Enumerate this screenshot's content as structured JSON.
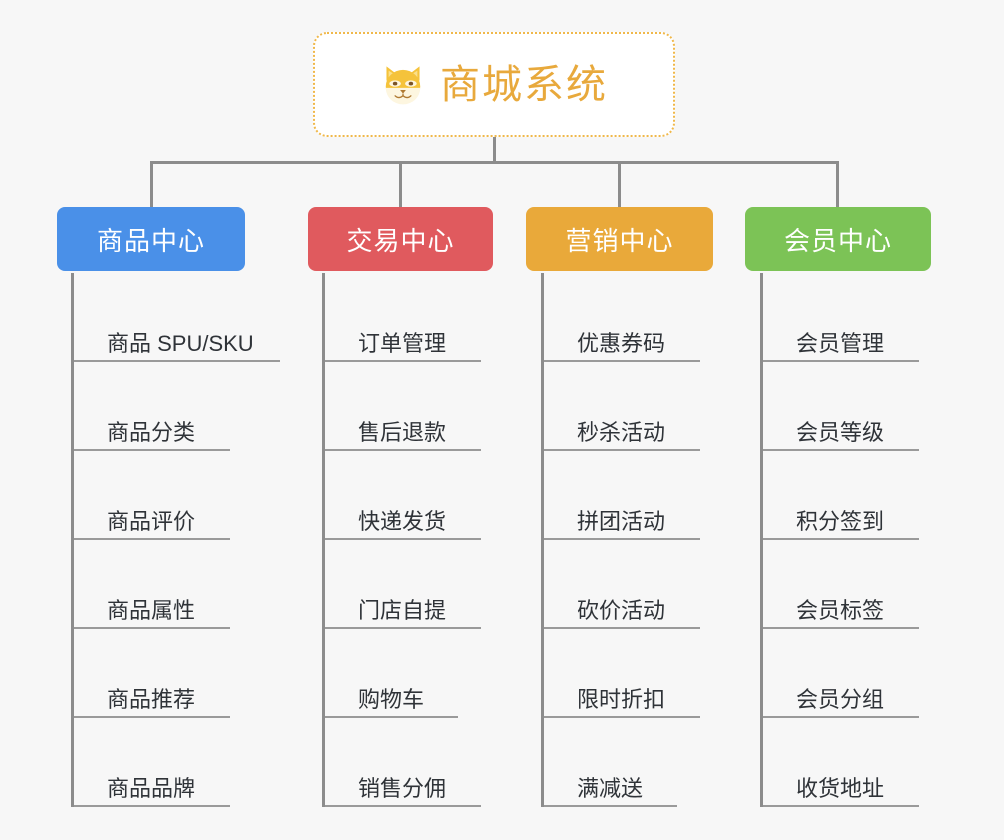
{
  "root": {
    "title": "商城系统",
    "icon": "shiba-dog-icon",
    "title_color": "#e8a93c",
    "border_color": "#f0b84a"
  },
  "groups": [
    {
      "label": "商品中心",
      "color": "#4a90e8",
      "items": [
        {
          "label": "商品 SPU/SKU",
          "rule_width": 206
        },
        {
          "label": "商品分类",
          "rule_width": 156
        },
        {
          "label": "商品评价",
          "rule_width": 156
        },
        {
          "label": "商品属性",
          "rule_width": 156
        },
        {
          "label": "商品推荐",
          "rule_width": 156
        },
        {
          "label": "商品品牌",
          "rule_width": 156
        }
      ]
    },
    {
      "label": "交易中心",
      "color": "#e05a5e",
      "items": [
        {
          "label": "订单管理",
          "rule_width": 156
        },
        {
          "label": "售后退款",
          "rule_width": 156
        },
        {
          "label": "快递发货",
          "rule_width": 156
        },
        {
          "label": "门店自提",
          "rule_width": 156
        },
        {
          "label": "购物车",
          "rule_width": 133
        },
        {
          "label": "销售分佣",
          "rule_width": 156
        }
      ]
    },
    {
      "label": "营销中心",
      "color": "#e9a93a",
      "items": [
        {
          "label": "优惠券码",
          "rule_width": 156
        },
        {
          "label": "秒杀活动",
          "rule_width": 156
        },
        {
          "label": "拼团活动",
          "rule_width": 156
        },
        {
          "label": "砍价活动",
          "rule_width": 156
        },
        {
          "label": "限时折扣",
          "rule_width": 156
        },
        {
          "label": "满减送",
          "rule_width": 133
        }
      ]
    },
    {
      "label": "会员中心",
      "color": "#7cc356",
      "items": [
        {
          "label": "会员管理",
          "rule_width": 156
        },
        {
          "label": "会员等级",
          "rule_width": 156
        },
        {
          "label": "积分签到",
          "rule_width": 156
        },
        {
          "label": "会员标签",
          "rule_width": 156
        },
        {
          "label": "会员分组",
          "rule_width": 156
        },
        {
          "label": "收货地址",
          "rule_width": 156
        }
      ]
    }
  ]
}
